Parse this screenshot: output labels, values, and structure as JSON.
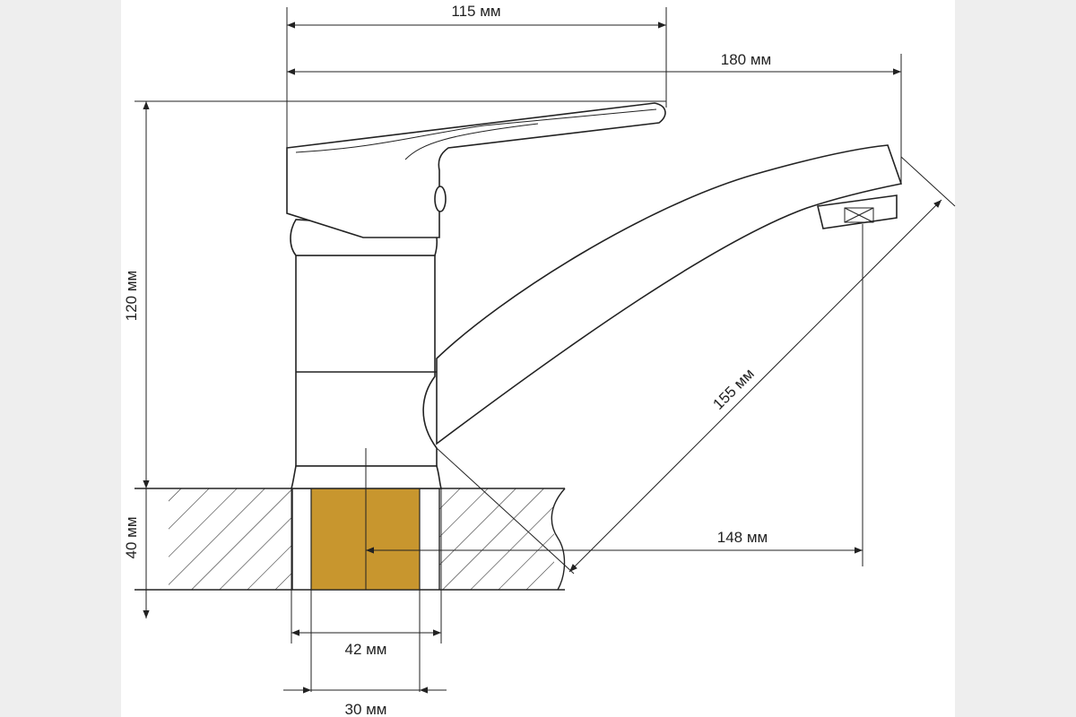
{
  "colors": {
    "background_side": "#eeeeee",
    "background_drawing": "#ffffff",
    "line": "#222222",
    "hose_insert": "#c8962e"
  },
  "dimensions": {
    "lever_length": "115 мм",
    "total_length": "180 мм",
    "height": "120 мм",
    "spout_length": "155 мм",
    "spout_reach": "148 мм",
    "countertop_thickness": "40 мм",
    "base_diameter": "42 мм",
    "hole_diameter": "30 мм"
  }
}
